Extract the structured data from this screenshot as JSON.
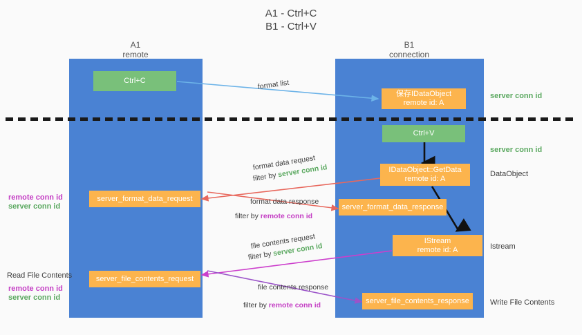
{
  "title": {
    "line1": "A1 - Ctrl+C",
    "line2": "B1 - Ctrl+V"
  },
  "lanes": [
    {
      "id": "a1",
      "name": "A1",
      "role": "remote"
    },
    {
      "id": "b1",
      "name": "B1",
      "role": "connection"
    }
  ],
  "boxes": {
    "ctrl_c": {
      "line1": "Ctrl+C",
      "line2": ""
    },
    "store_dataobj": {
      "line1": "保存IDataObject",
      "line2": "remote id: A"
    },
    "ctrl_v": {
      "line1": "Ctrl+V",
      "line2": ""
    },
    "getdata": {
      "line1": "IDataObject::GetData",
      "line2": "remote id: A"
    },
    "fmt_req": {
      "line1": "server_format_data_request",
      "line2": ""
    },
    "fmt_resp": {
      "line1": "server_format_data_response",
      "line2": ""
    },
    "istream": {
      "line1": "IStream",
      "line2": "remote id: A"
    },
    "file_req": {
      "line1": "server_file_contents_request",
      "line2": ""
    },
    "file_resp": {
      "line1": "server_file_contents_response",
      "line2": ""
    }
  },
  "side_labels": {
    "server_conn_top": "server conn id",
    "server_conn_second": "server conn id",
    "dataobject": "DataObject",
    "istream": "Istream",
    "write_file_contents": "Write File Contents",
    "read_file_contents": "Read File Contents",
    "remote_conn_mid": "remote conn id",
    "server_conn_mid": "server conn id",
    "remote_conn_low": "remote conn id",
    "server_conn_low": "server conn id"
  },
  "edge_labels": {
    "format_list": "format list",
    "fmt_data_request": "format data request",
    "fmt_data_request_filter_prefix": "filter by ",
    "fmt_data_request_filter_key": "server conn id",
    "fmt_data_response": "format data response",
    "fmt_data_response_filter_prefix": "filter by ",
    "fmt_data_response_filter_key": "remote conn id",
    "file_contents_request": "file contents request",
    "file_contents_request_filter_prefix": "filter by ",
    "file_contents_request_filter_key": "server conn id",
    "file_contents_response": "file contents response",
    "file_contents_response_filter_prefix": "filter by ",
    "file_contents_response_filter_key": "remote conn id"
  },
  "colors": {
    "lane": "#4a82d3",
    "green_box": "#79c07a",
    "orange_box": "#fcb44d",
    "server_conn": "#5aa85f",
    "remote_conn": "#c43ec4",
    "arrow_blue": "#6cb3e8",
    "arrow_red": "#e8685d",
    "arrow_magenta": "#cc3fcc",
    "arrow_purple": "#9b53c9",
    "arrow_black": "#111111"
  }
}
